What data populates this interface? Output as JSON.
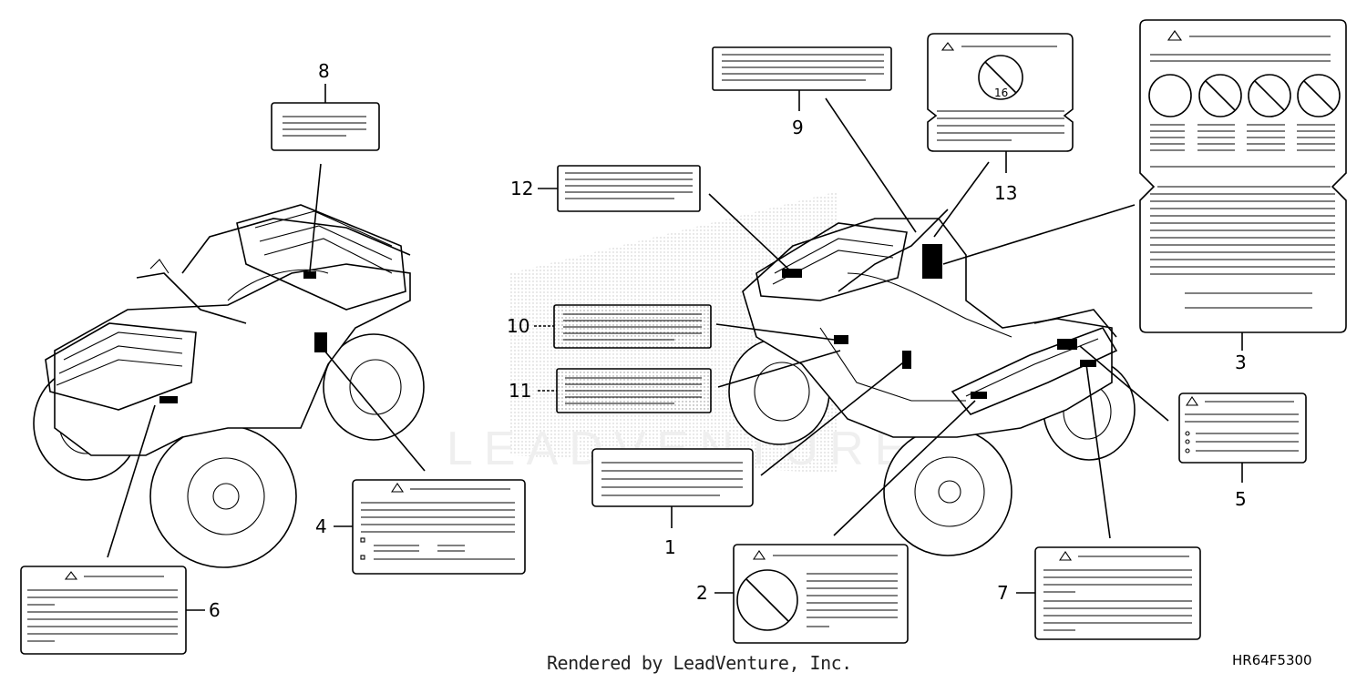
{
  "callouts": {
    "n1": "1",
    "n2": "2",
    "n3": "3",
    "n4": "4",
    "n5": "5",
    "n6": "6",
    "n7": "7",
    "n8": "8",
    "n9": "9",
    "n10": "10",
    "n11": "11",
    "n12": "12",
    "n13": "13"
  },
  "watermark": "LEADVENTURE",
  "footer": "Rendered by LeadVenture, Inc.",
  "diagram_code": "HR64F5300"
}
